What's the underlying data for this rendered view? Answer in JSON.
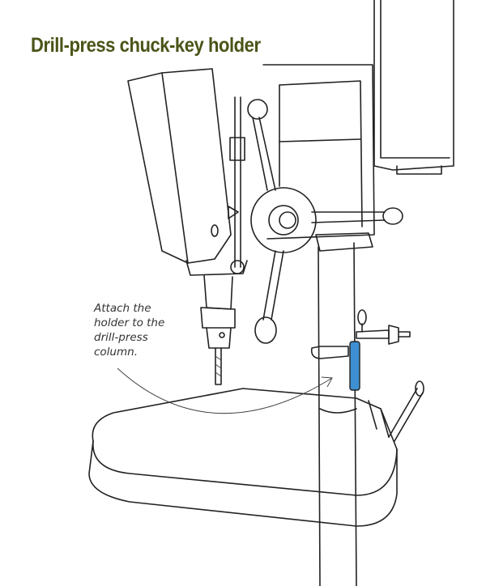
{
  "title": "Drill-press chuck-key holder",
  "callout": {
    "lines": [
      "Attach the",
      "holder to the",
      "drill-press",
      "column."
    ]
  },
  "colors": {
    "title": "#4a5417",
    "holder_accent": "#3d8fd1"
  }
}
